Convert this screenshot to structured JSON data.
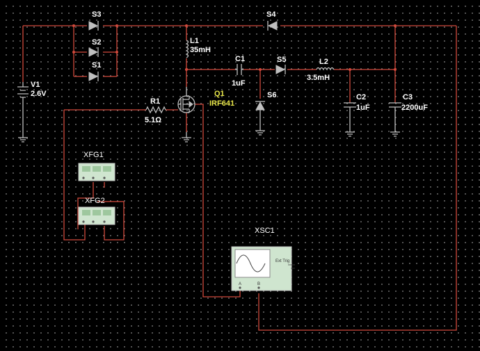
{
  "components": {
    "V1": {
      "ref": "V1",
      "value": "2.6V"
    },
    "S1": {
      "ref": "S1"
    },
    "S2": {
      "ref": "S2"
    },
    "S3": {
      "ref": "S3"
    },
    "S4": {
      "ref": "S4"
    },
    "S5": {
      "ref": "S5"
    },
    "S6": {
      "ref": "S6"
    },
    "L1": {
      "ref": "L1",
      "value": "35mH"
    },
    "L2": {
      "ref": "L2",
      "value": "3.5mH"
    },
    "C1": {
      "ref": "C1",
      "value": "1uF"
    },
    "C2": {
      "ref": "C2",
      "value": "1uF"
    },
    "C3": {
      "ref": "C3",
      "value": "2200uF"
    },
    "R1": {
      "ref": "R1",
      "value": "5.1Ω"
    },
    "Q1": {
      "ref": "Q1",
      "value": "IRF641"
    },
    "XFG1": {
      "ref": "XFG1"
    },
    "XFG2": {
      "ref": "XFG2"
    },
    "XSC1": {
      "ref": "XSC1",
      "ch_a": "A",
      "ch_b": "B",
      "ext_trig": "Ext Trig"
    }
  },
  "colors": {
    "wire": "#d24a3c",
    "component": "#bfbfbf",
    "q1_label": "#e8e64a",
    "instrument": "#cfe5cf"
  }
}
